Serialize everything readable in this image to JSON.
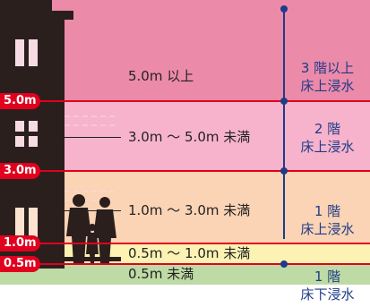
{
  "levels": [
    {
      "id": "band-5m-plus",
      "depth": "5.0m 以上",
      "color": "#ec8aa9"
    },
    {
      "id": "band-3-5m",
      "depth": "3.0m ～ 5.0m 未満",
      "color": "#f7b3cc"
    },
    {
      "id": "band-1-3m",
      "depth": "1.0m ～ 3.0m 未満",
      "color": "#fbd3b5"
    },
    {
      "id": "band-05-1m",
      "depth": "0.5m ～ 1.0m 未満",
      "color": "#fbf2b3"
    },
    {
      "id": "band-under-05m",
      "depth": "0.5m 未満",
      "color": "#bedaa5"
    }
  ],
  "markers": [
    "5.0m",
    "3.0m",
    "1.0m",
    "0.5m"
  ],
  "floors": [
    {
      "line1": "3 階以上",
      "line2": "床上浸水"
    },
    {
      "line1": "2 階",
      "line2": "床上浸水"
    },
    {
      "line1": "1 階",
      "line2": "床上浸水"
    },
    {
      "line1": "1 階",
      "line2": "床下浸水"
    }
  ],
  "colors": {
    "marker": "#e1001e",
    "floor_line": "#1f3c88",
    "building": "#2a1f1d"
  }
}
